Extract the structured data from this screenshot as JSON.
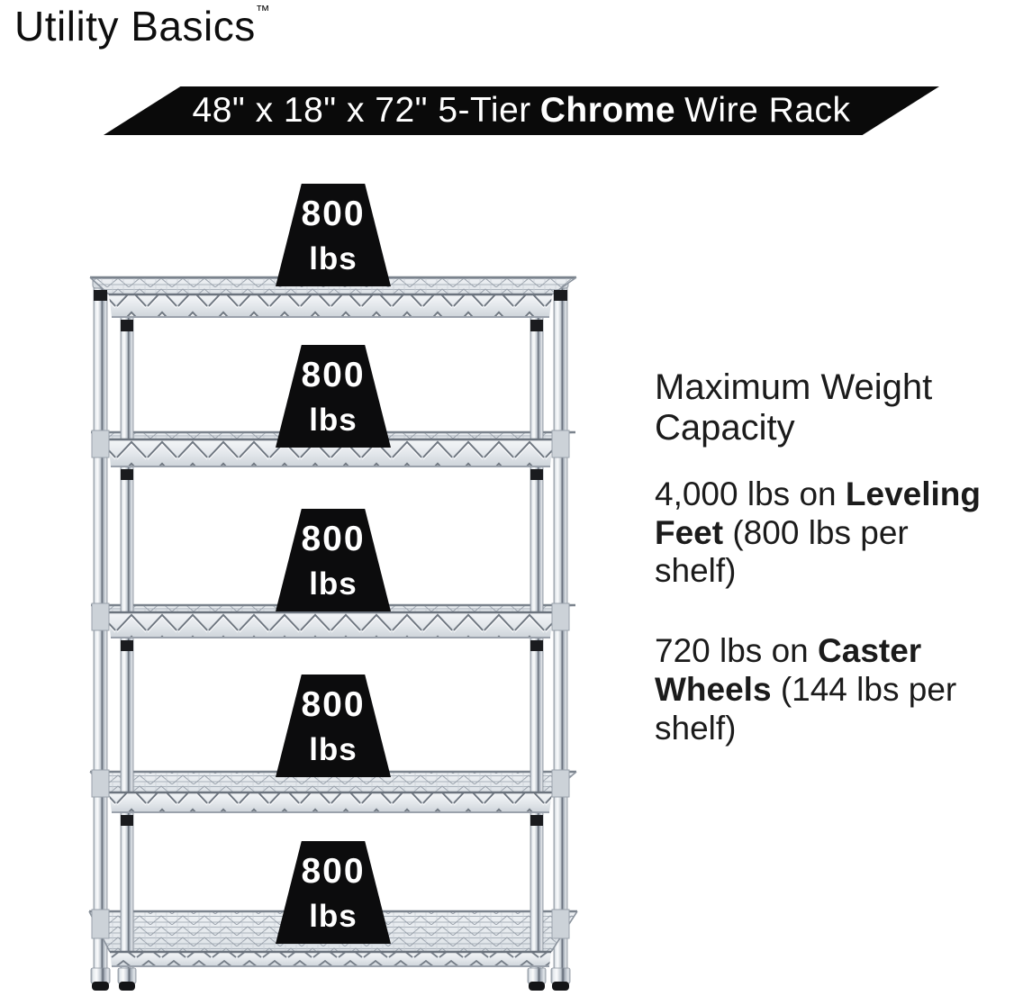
{
  "brand": {
    "name": "Utility Basics",
    "trademark": "™"
  },
  "banner": {
    "size_text": "48\" x 18\" x 72\" 5-Tier",
    "material_bold": "Chrome",
    "suffix": "Wire Rack",
    "bg_color": "#0a0a0a",
    "text_color": "#ffffff"
  },
  "rack": {
    "tiers": 5,
    "finish": "chrome",
    "badge_bg": "#0c0c0d",
    "badge_text_color": "#ffffff",
    "chrome_light": "#f2f4f6",
    "chrome_mid": "#c2c9d1",
    "chrome_dark": "#5f6773",
    "badges": [
      {
        "value": "800",
        "unit": "lbs"
      },
      {
        "value": "800",
        "unit": "lbs"
      },
      {
        "value": "800",
        "unit": "lbs"
      },
      {
        "value": "800",
        "unit": "lbs"
      },
      {
        "value": "800",
        "unit": "lbs"
      }
    ]
  },
  "info": {
    "heading": "Maximum Weight Capacity",
    "text_color": "#1b1b1b",
    "paragraphs": [
      {
        "prefix": "4,000 lbs on ",
        "bold": "Leveling Feet",
        "suffix": " (800 lbs per shelf)"
      },
      {
        "prefix": "720 lbs on ",
        "bold": "Caster Wheels",
        "suffix": " (144 lbs per shelf)"
      }
    ]
  }
}
